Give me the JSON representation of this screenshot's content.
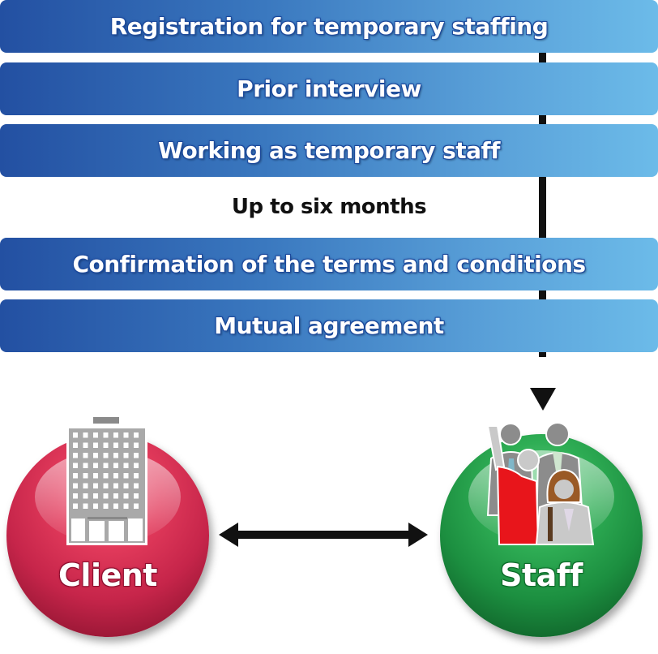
{
  "steps": [
    {
      "label": "Registration for temporary staffing"
    },
    {
      "label": "Prior interview"
    },
    {
      "label": "Working as temporary staff"
    },
    {
      "label": "Confirmation of the terms and conditions"
    },
    {
      "label": "Mutual agreement"
    }
  ],
  "duration_note": "Up to six months",
  "nodes": {
    "client": {
      "label": "Client",
      "icon": "building-icon",
      "color": "#e23a5b"
    },
    "staff": {
      "label": "Staff",
      "icon": "people-group-icon",
      "color": "#2fae55"
    }
  },
  "connectors": {
    "flow_arrow": "down-arrow-icon",
    "relation_arrow": "double-headed-arrow-icon"
  },
  "colors": {
    "bar_start": "#2350a2",
    "bar_end": "#6cbbe9",
    "line": "#111111"
  }
}
